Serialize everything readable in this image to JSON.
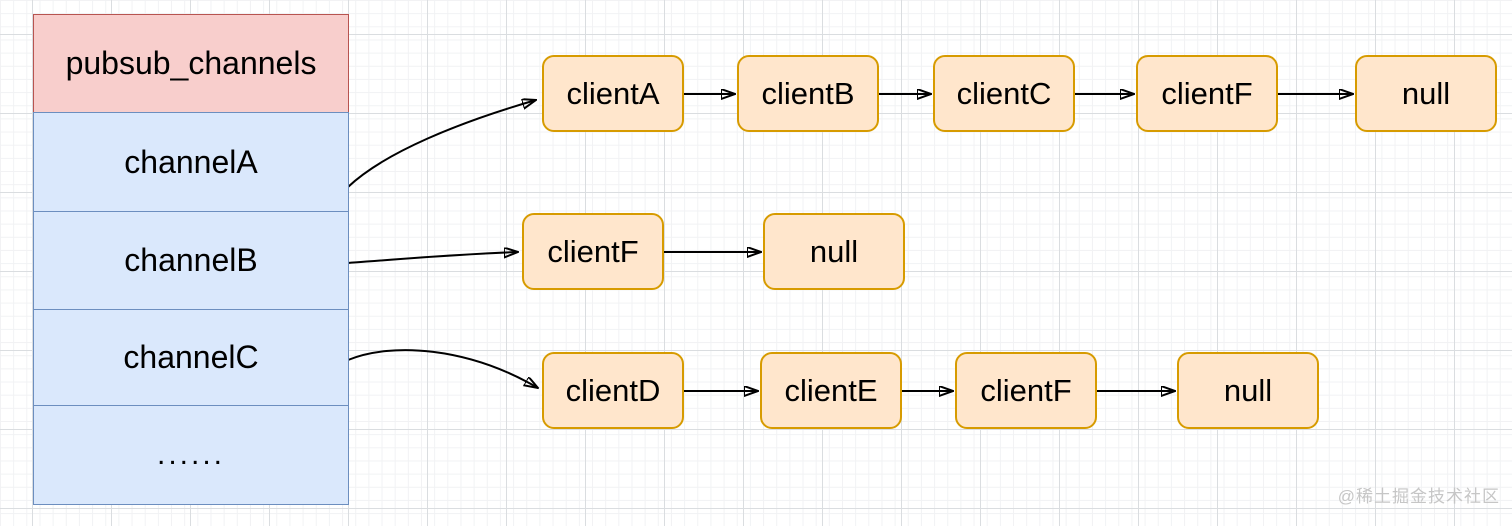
{
  "diagram": {
    "table": {
      "header": "pubsub_channels",
      "rows": [
        "channelA",
        "channelB",
        "channelC",
        "......"
      ]
    },
    "lists": [
      {
        "channel": "channelA",
        "nodes": [
          "clientA",
          "clientB",
          "clientC",
          "clientF",
          "null"
        ]
      },
      {
        "channel": "channelB",
        "nodes": [
          "clientF",
          "null"
        ]
      },
      {
        "channel": "channelC",
        "nodes": [
          "clientD",
          "clientE",
          "clientF",
          "null"
        ]
      }
    ],
    "colors": {
      "header_fill": "#f8cecc",
      "header_border": "#b85450",
      "channel_fill": "#dae8fc",
      "channel_border": "#6c8ebf",
      "node_fill": "#ffe6cc",
      "node_border": "#d79b00",
      "arrow": "#000000",
      "watermark_text": "#c6c6c6"
    },
    "watermark": "@稀土掘金技术社区"
  }
}
